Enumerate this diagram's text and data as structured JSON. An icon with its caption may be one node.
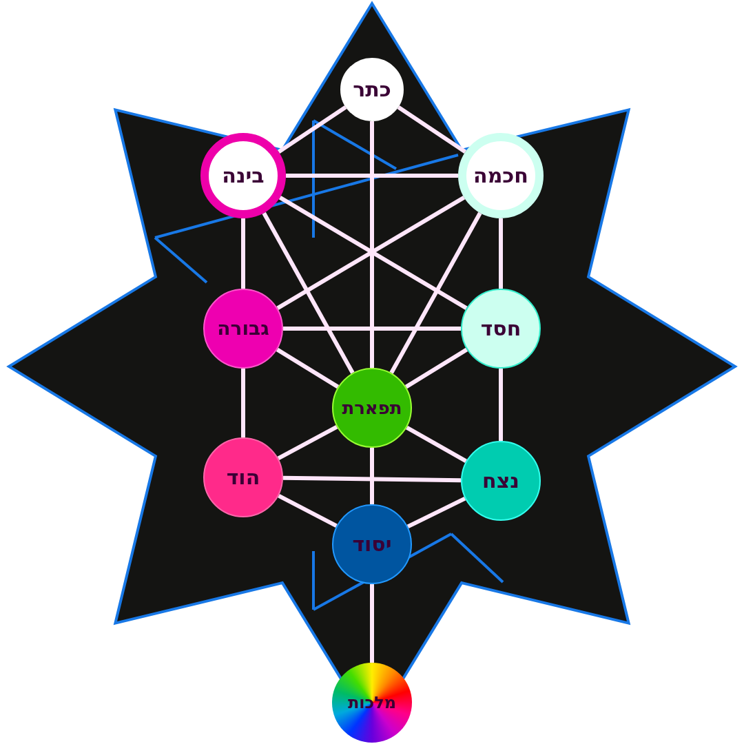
{
  "diagram": {
    "nodes": [
      {
        "text": [
          "כתר"
        ]
      },
      {
        "text": [
          "בינה"
        ]
      },
      {
        "text": [
          "חכמה"
        ]
      },
      {
        "text": [
          "גבורה"
        ]
      },
      {
        "text": [
          "חסד"
        ]
      },
      {
        "text": [
          "תפארת"
        ]
      },
      {
        "text": [
          "הוד"
        ]
      },
      {
        "text": [
          "נצח"
        ]
      },
      {
        "text": [
          "יסוד"
        ]
      },
      {
        "text": [
          "מלכות"
        ]
      }
    ],
    "edges": [
      {
        "from": 0,
        "to": 1,
        "arrow": "none"
      },
      {
        "from": 0,
        "to": 2,
        "arrow": "none"
      },
      {
        "from": 0,
        "to": 5,
        "arrow": "none"
      },
      {
        "from": 1,
        "to": 2,
        "arrow": "none"
      },
      {
        "from": 1,
        "to": 3,
        "arrow": "none"
      },
      {
        "from": 1,
        "to": 5,
        "arrow": "none"
      },
      {
        "from": 1,
        "to": 4,
        "arrow": "none"
      },
      {
        "from": 2,
        "to": 4,
        "arrow": "none"
      },
      {
        "from": 2,
        "to": 5,
        "arrow": "none"
      },
      {
        "from": 2,
        "to": 3,
        "arrow": "none"
      },
      {
        "from": 3,
        "to": 4,
        "arrow": "none"
      },
      {
        "from": 3,
        "to": 5,
        "arrow": "none"
      },
      {
        "from": 3,
        "to": 6,
        "arrow": "none"
      },
      {
        "from": 4,
        "to": 5,
        "arrow": "none"
      },
      {
        "from": 4,
        "to": 7,
        "arrow": "none"
      },
      {
        "from": 5,
        "to": 6,
        "arrow": "none"
      },
      {
        "from": 5,
        "to": 7,
        "arrow": "none"
      },
      {
        "from": 5,
        "to": 8,
        "arrow": "none"
      },
      {
        "from": 6,
        "to": 7,
        "arrow": "none"
      },
      {
        "from": 6,
        "to": 8,
        "arrow": "none"
      },
      {
        "from": 7,
        "to": 8,
        "arrow": "none"
      },
      {
        "from": 8,
        "to": 9,
        "arrow": "none"
      }
    ]
  }
}
